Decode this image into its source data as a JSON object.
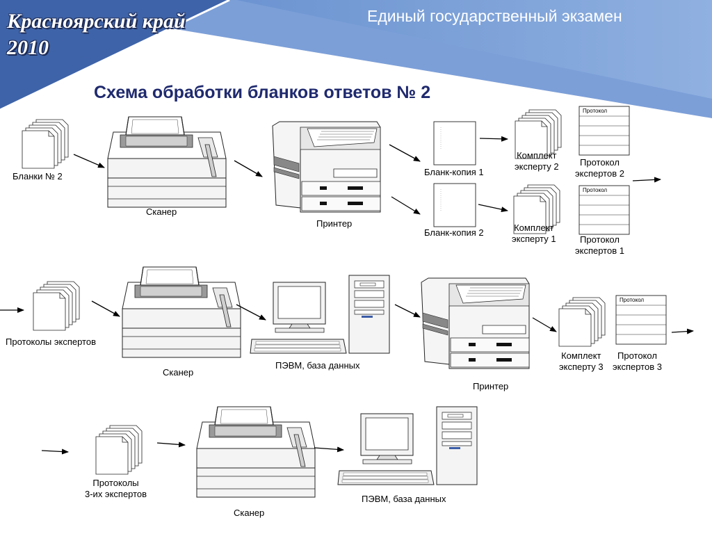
{
  "header": {
    "region": "Красноярский край",
    "year": "2010",
    "exam": "Единый государственный экзамен",
    "title": "Схема обработки бланков ответов № 2"
  },
  "colors": {
    "header_blue": "#5b86c9",
    "header_light": "#8fb0e0",
    "title_color": "#1f2a6e"
  },
  "row1": {
    "blanks": "Бланки № 2",
    "scanner": "Сканер",
    "printer": "Принтер",
    "copy1": "Бланк-копия 1",
    "copy2": "Бланк-копия 2",
    "kit2": [
      "Комплект",
      "эксперту 2"
    ],
    "kit1": [
      "Комплект",
      "эксперту 1"
    ],
    "proto2": [
      "Протокол",
      "экспертов 2"
    ],
    "proto1": [
      "Протокол",
      "экспертов 1"
    ],
    "proto_title": "Протокол"
  },
  "row2": {
    "protocols": "Протоколы экспертов",
    "scanner": "Сканер",
    "pc": "ПЭВМ, база данных",
    "printer": "Принтер",
    "kit3": [
      "Комплект",
      "эксперту 3"
    ],
    "proto3": [
      "Протокол",
      "экспертов 3"
    ],
    "proto_title": "Протокол"
  },
  "row3": {
    "protocols3": [
      "Протоколы",
      "3-их экспертов"
    ],
    "scanner": "Сканер",
    "pc": "ПЭВМ, база данных"
  }
}
